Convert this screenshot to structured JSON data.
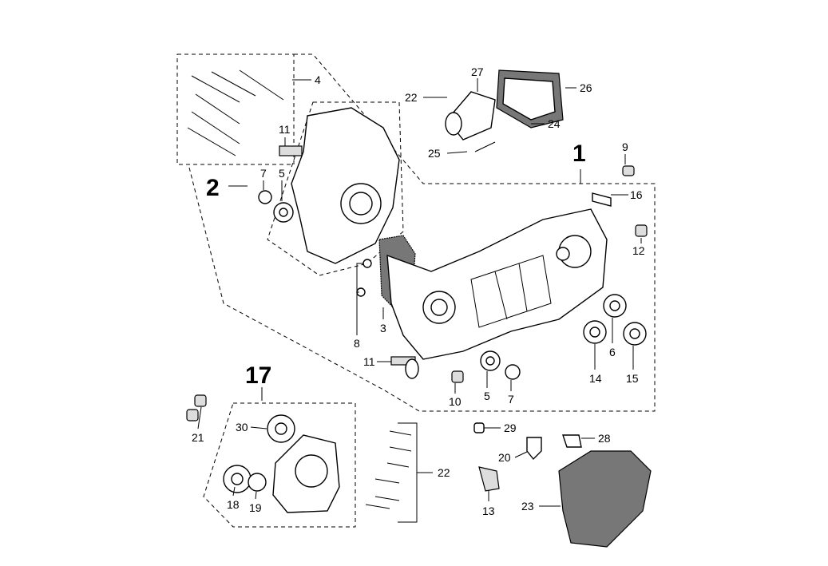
{
  "diagram": {
    "group_labels": {
      "crankcase": "1",
      "left_half": "2",
      "cover": "17"
    },
    "part_labels": {
      "bolts_set": "4",
      "screw_intake": "22",
      "intake_manifold": "27",
      "reed_gasket": "26",
      "reed_valve": "24",
      "screw_25": "25",
      "part_9": "9",
      "part_16": "16",
      "part_12": "12",
      "stud_upper": "11",
      "seal_upper": "7",
      "bearing_upper": "5",
      "dowel_8": "8",
      "gasket_3": "3",
      "stud_lower": "11",
      "bush_10": "10",
      "bearing_lower": "5",
      "seal_lower": "7",
      "bearing_14": "14",
      "bearing_6": "6",
      "bearing_15": "15",
      "dowels_21": "21",
      "bearing_30": "30",
      "bearing_18": "18",
      "seal_19": "19",
      "screws_22": "22",
      "screw_29": "29",
      "clip_28": "28",
      "cap_20": "20",
      "clip_13": "13",
      "gasket_23": "23"
    }
  }
}
